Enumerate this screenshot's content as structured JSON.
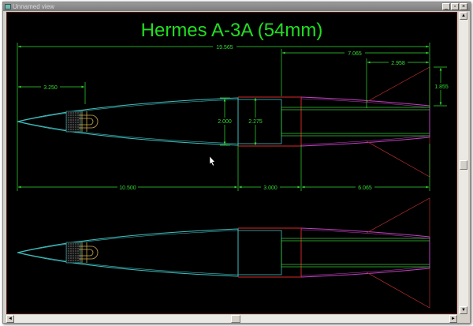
{
  "window": {
    "title": "Unnamed view",
    "min": "_",
    "max": "▫",
    "close": "×"
  },
  "drawing": {
    "title": "Hermes A-3A (54mm)",
    "dims": {
      "overall": "19.565",
      "aft_section": "7.065",
      "fin_root": "2.958",
      "fin_span": "1.855",
      "nose_to_cg": "3.250",
      "body_dia": "2.000",
      "tube_dia": "2.275",
      "forward_len": "10.500",
      "coupler_len": "3.000",
      "boattail_len": "6.065"
    }
  },
  "colors": {
    "dim": "#33dd33",
    "title": "#22dd22",
    "nose": "#40c0c0",
    "tube": "#b02020",
    "boattail": "#c040c0",
    "motor": "#33cc33",
    "hardware": "#c8a850"
  },
  "scroll": {
    "up": "▲",
    "down": "▼",
    "left": "◄",
    "right": "►"
  }
}
